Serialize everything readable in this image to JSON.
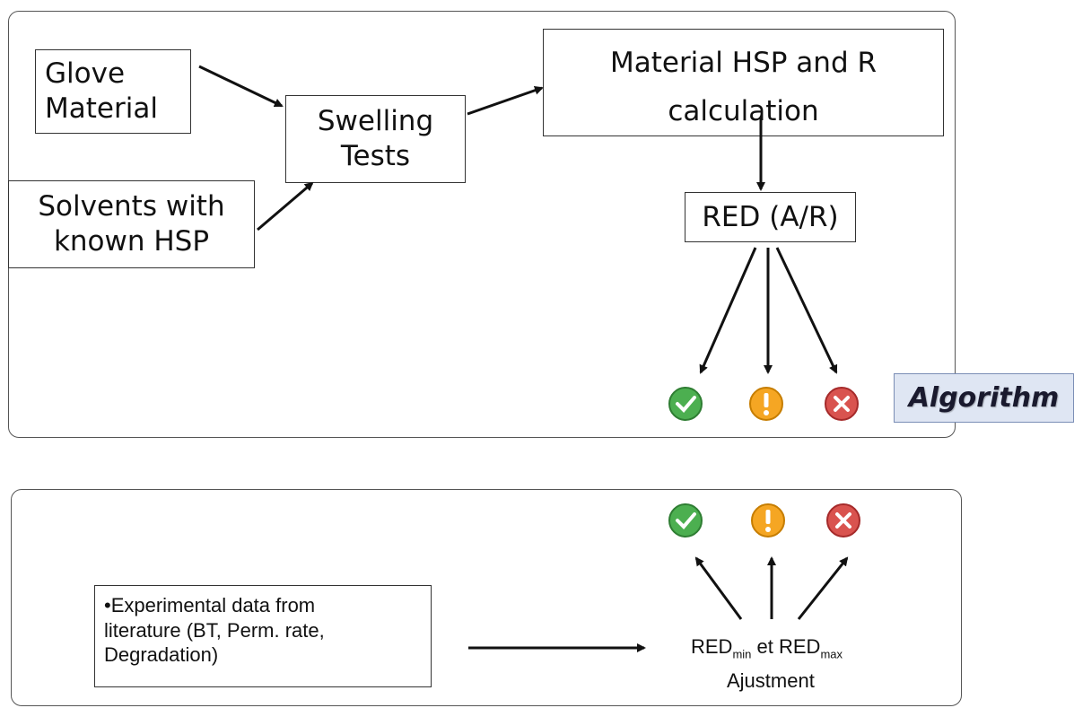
{
  "algorithm_panel": {
    "glove_material": [
      "Glove",
      "Material"
    ],
    "solvents": [
      "Solvents with",
      "known HSP"
    ],
    "swelling_tests": [
      "Swelling",
      "Tests"
    ],
    "material_hsp": [
      "Material HSP and R",
      "calculation"
    ],
    "red_ratio": "RED (A/R)",
    "tag": "Algorithm"
  },
  "data_panel": {
    "experimental_lines": [
      "•Experimental data from",
      "literature (BT, Perm. rate,",
      "Degradation)"
    ],
    "red_prefix_1": "RED",
    "red_sub_1": "min",
    "red_middle": " et RED",
    "red_sub_2": "max",
    "ajustment": "Ajustment"
  },
  "icons": {
    "ok": "check-icon",
    "warning": "exclamation-icon",
    "fail": "cross-icon",
    "colors": {
      "ok": "#4caf50",
      "warning": "#f5a623",
      "fail": "#d9534f"
    }
  }
}
